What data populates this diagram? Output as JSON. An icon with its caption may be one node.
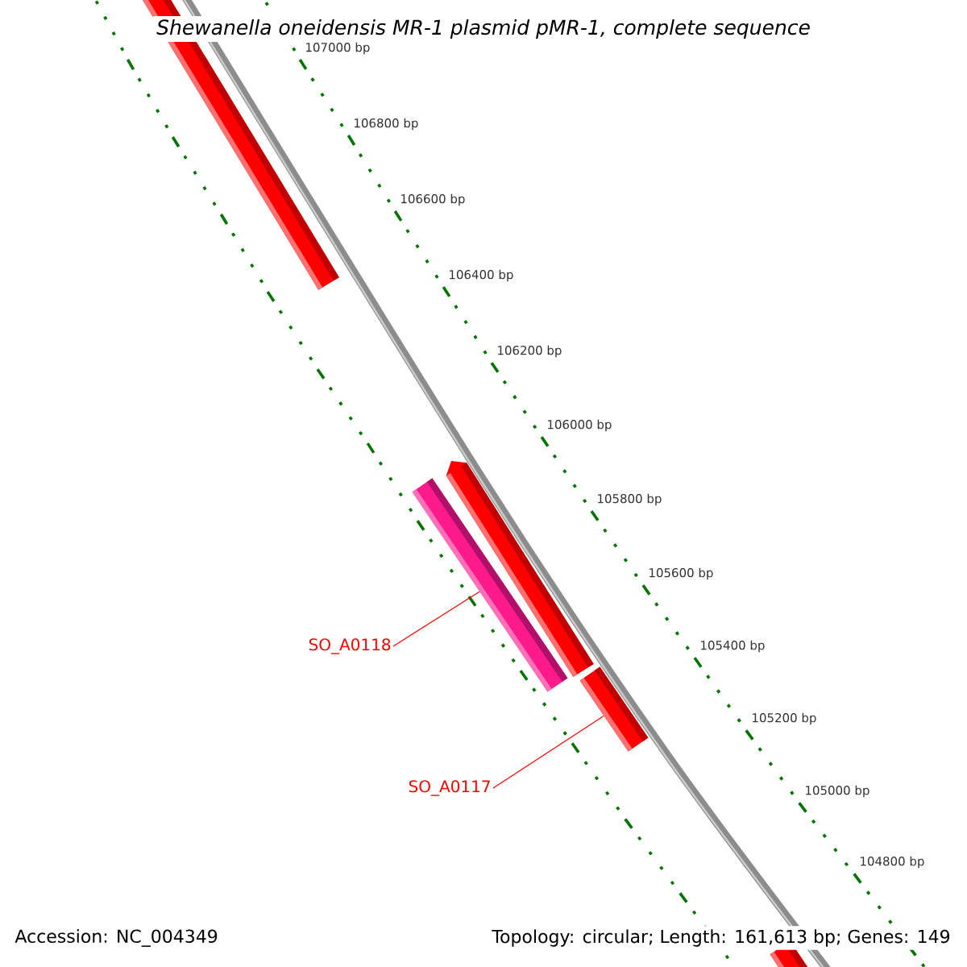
{
  "diagram": {
    "title": "Shewanella oneidensis MR-1 plasmid pMR-1, complete sequence",
    "nodes": [
      {
        "text": [
          "SO_A0118"
        ]
      },
      {
        "text": [
          "SO_A0117"
        ]
      },
      {
        "text": [],
        "shape": "bar"
      },
      {
        "text": [],
        "shape": "bar"
      }
    ],
    "edges": [
      {
        "from": 0,
        "to": 2,
        "arrow": "none"
      },
      {
        "from": 1,
        "to": 3,
        "arrow": "none"
      }
    ],
    "labels": [
      "107000 bp",
      "106800 bp",
      "106600 bp",
      "106400 bp",
      "106200 bp",
      "106000 bp",
      "105800 bp",
      "105600 bp",
      "105400 bp",
      "105200 bp",
      "105000 bp",
      "104800 bp",
      "Accession: NC_004349",
      "Topology: circular; Length: 161,613 bp; Genes: 149"
    ]
  }
}
